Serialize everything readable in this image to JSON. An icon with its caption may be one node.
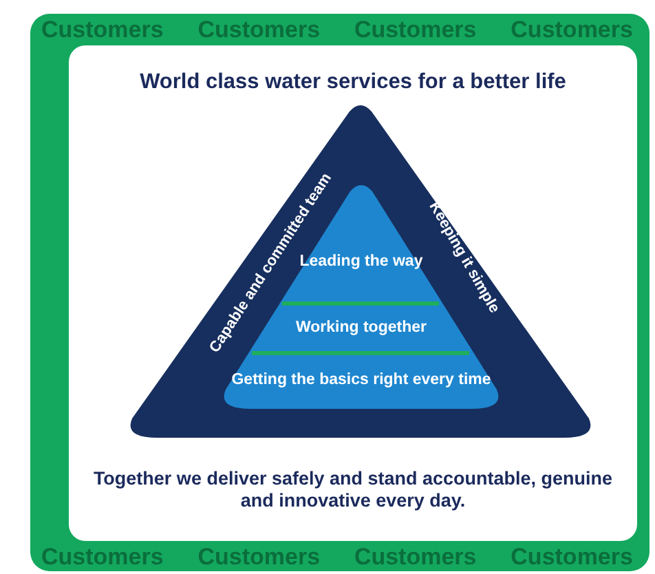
{
  "diagram": {
    "title": "World class water services for a better life",
    "caption": "Together we deliver safely and stand accountable, genuine and innovative every day.",
    "nodes": [
      {
        "text": [
          "Capable and committed team",
          "Keeping it simple"
        ]
      },
      {
        "text": [],
        "shape": "triangle",
        "in": 0
      },
      {
        "text": [
          "Leading the way"
        ],
        "in": 1
      },
      {
        "text": [
          "Working together"
        ],
        "in": 1
      },
      {
        "text": [
          "Getting the basics right every time"
        ],
        "in": 1
      }
    ],
    "edges": [],
    "labels": [
      "Customers",
      "Customers",
      "Customers",
      "Customers",
      "Customers",
      "Customers",
      "Customers",
      "Customers"
    ]
  }
}
